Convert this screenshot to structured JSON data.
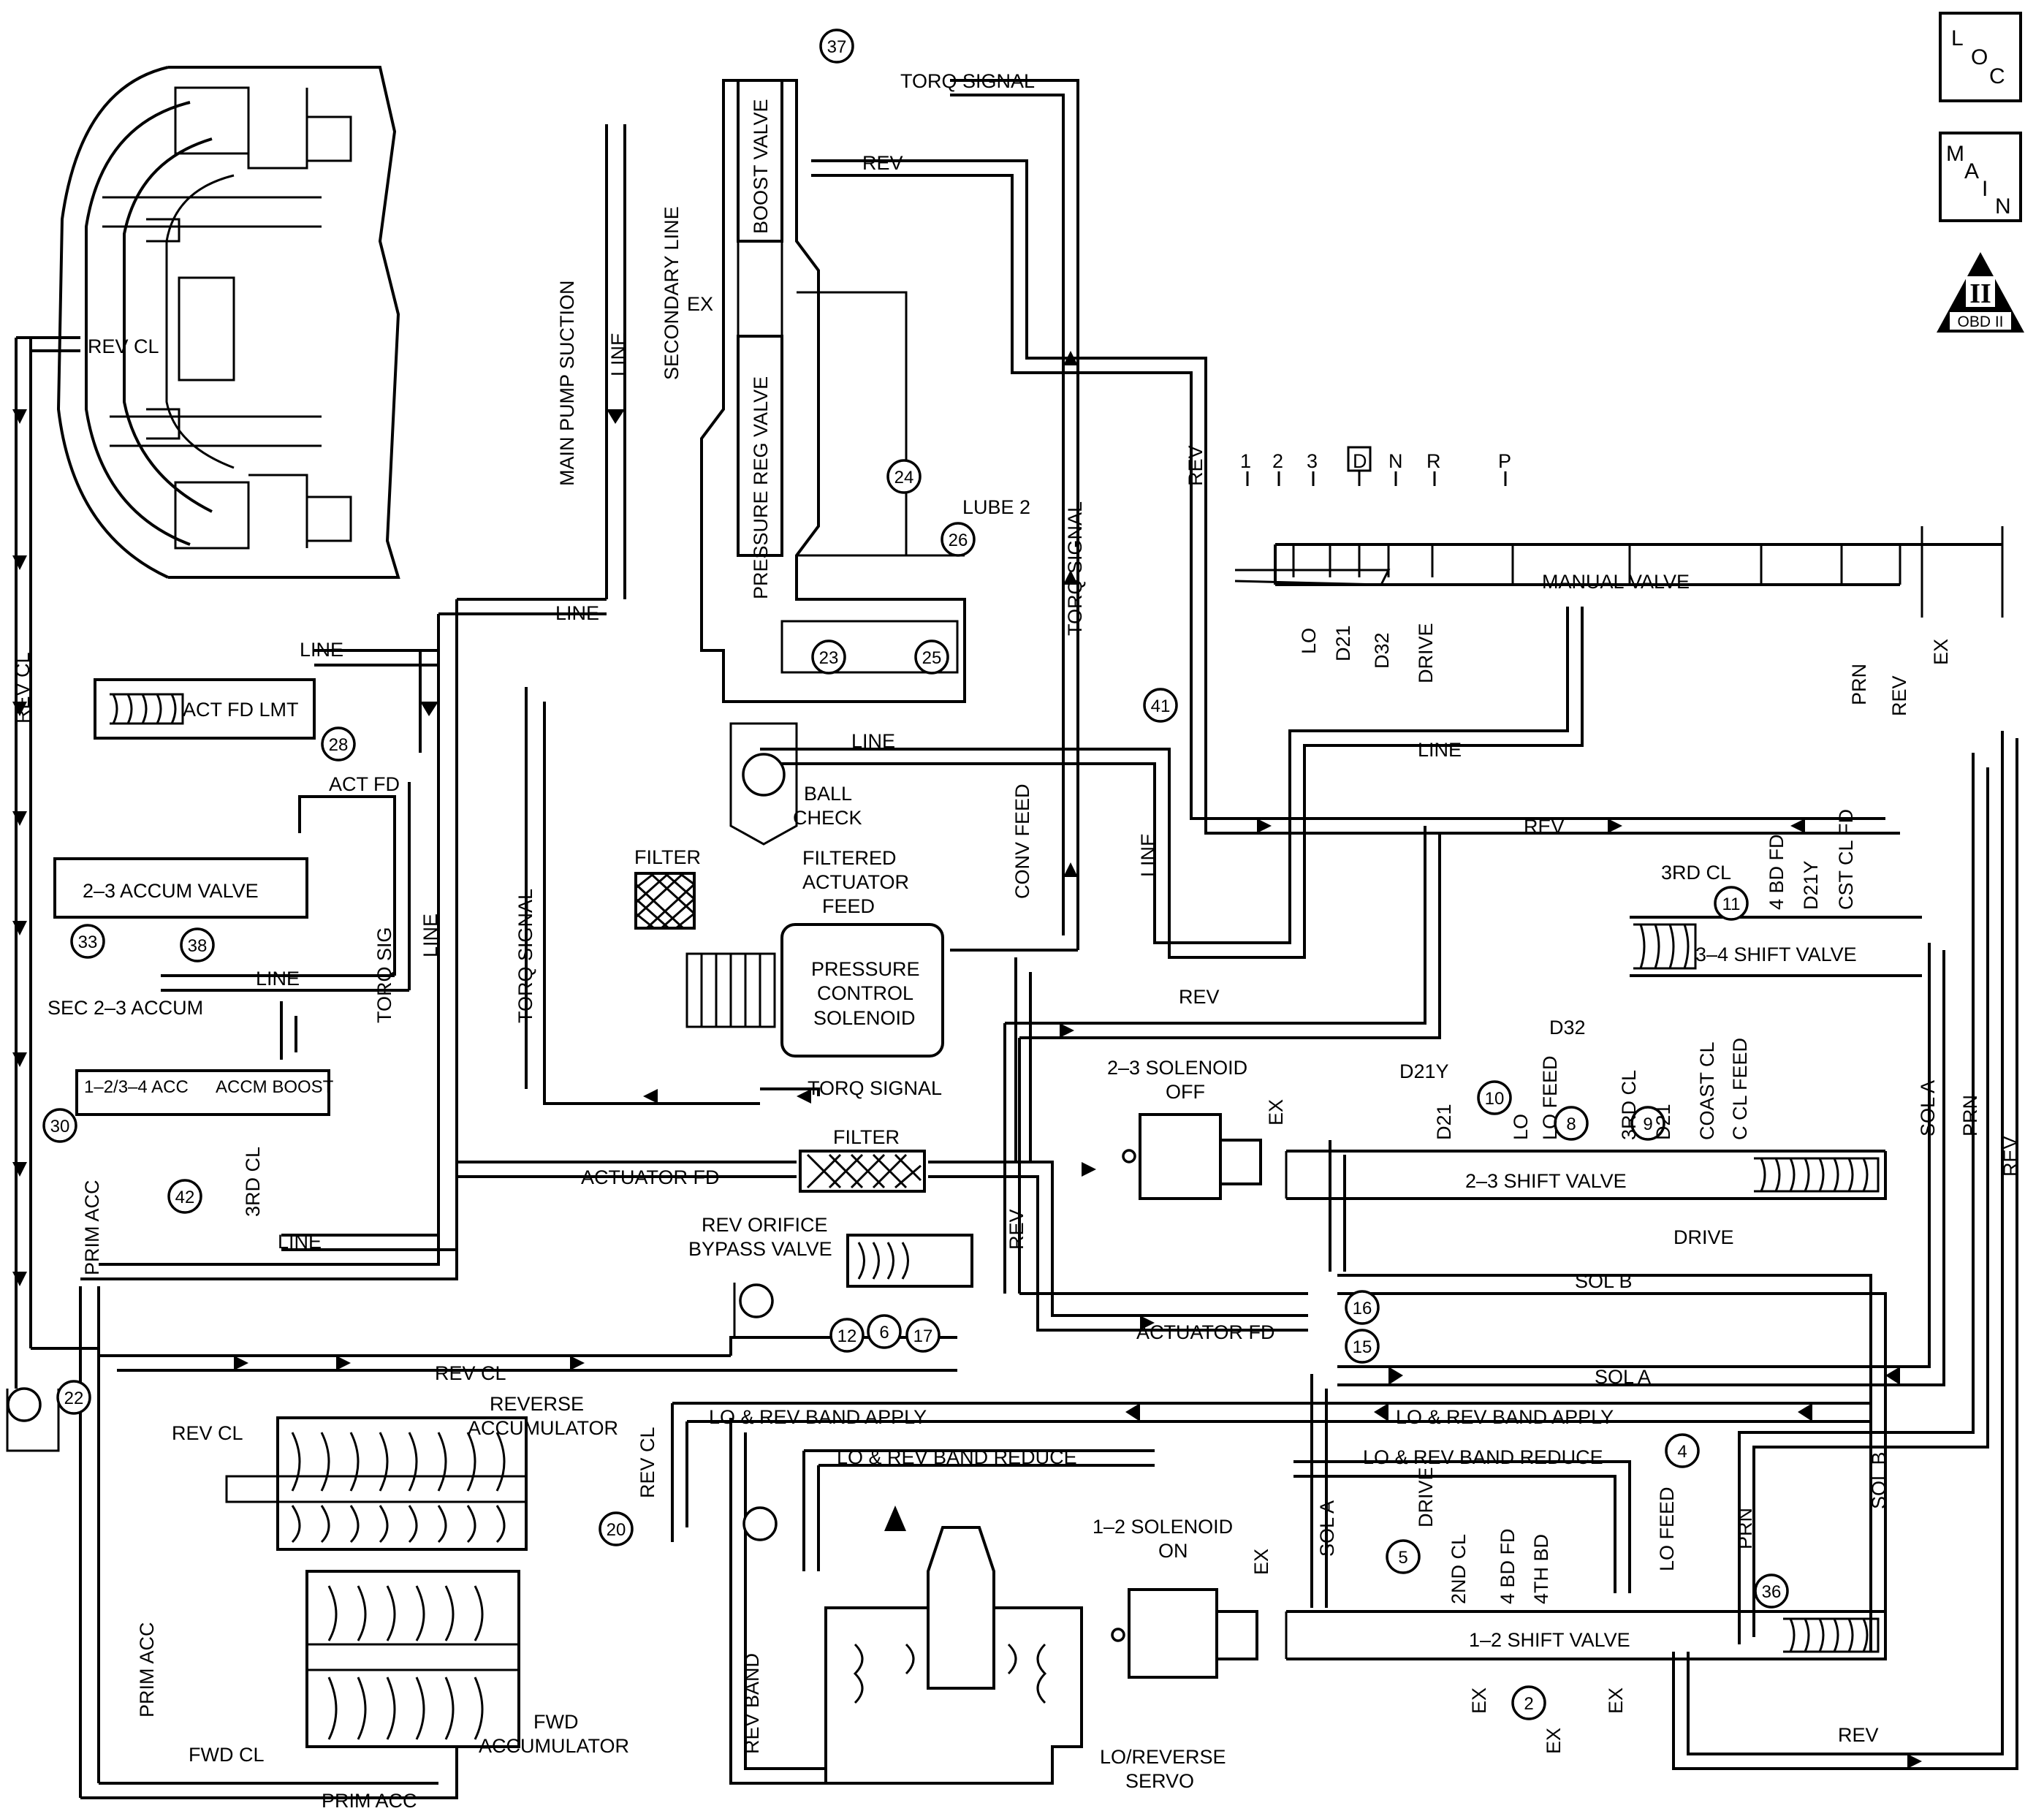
{
  "badges": {
    "loc": [
      "L",
      "O",
      "C"
    ],
    "main": [
      "M",
      "A",
      "I",
      "N"
    ],
    "obd_numeral": "II",
    "obd_text": "OBD II"
  },
  "selector": {
    "positions": [
      "1",
      "2",
      "3",
      "D",
      "N",
      "R",
      "P"
    ]
  },
  "manual_valve": {
    "label": "MANUAL VALVE",
    "ports": [
      "LO",
      "D21",
      "D32",
      "DRIVE"
    ]
  },
  "passages": {
    "rev_cl": "REV CL",
    "line": "LINE",
    "rev": "REV",
    "torq_signal": "TORQ SIGNAL",
    "torq_sig": "TORQ SIG",
    "secondary_line": "SECONDARY LINE",
    "main_pump_suction": "MAIN PUMP SUCTION",
    "lube_2": "LUBE 2",
    "conv_feed": "CONV FEED",
    "act_fd": "ACT FD",
    "actuator_fd": "ACTUATOR FD",
    "sec_2_3_accum": "SEC 2–3 ACCUM",
    "prim_acc": "PRIM ACC",
    "third_cl": "3RD CL",
    "sol_a": "SOL A",
    "sol_b": "SOL B",
    "prn": "PRN",
    "d32": "D32",
    "d21y": "D21Y",
    "d21": "D21",
    "lo": "LO",
    "lo_feed": "LO FEED",
    "coast_cl": "COAST CL",
    "c_cl_feed": "C CL FEED",
    "drive": "DRIVE",
    "four_bd_fd": "4 BD FD",
    "cst_cl_fd": "CST CL FD",
    "second_cl": "2ND CL",
    "fourth_bd": "4TH BD",
    "lo_rev_band_apply": "LO & REV BAND APPLY",
    "lo_rev_band_reduce": "LO & REV BAND REDUCE",
    "rev_band": "REV BAND",
    "fwd_cl": "FWD CL",
    "ex": "EX"
  },
  "components": {
    "boost_valve": "BOOST VALVE",
    "pressure_reg_valve": "PRESSURE REG VALVE",
    "ball_check": [
      "BALL",
      "CHECK"
    ],
    "filter": "FILTER",
    "filtered_actuator_feed": [
      "FILTERED",
      "ACTUATOR",
      "FEED"
    ],
    "pressure_control_solenoid": [
      "PRESSURE",
      "CONTROL",
      "SOLENOID"
    ],
    "act_fd_lmt": "ACT FD LMT",
    "accum_valve_2_3": "2–3 ACCUM VALVE",
    "acc_1_234": "1–2/3–4 ACC",
    "accm_boost": "ACCM BOOST",
    "rev_orifice_bypass_valve": [
      "REV ORIFICE",
      "BYPASS VALVE"
    ],
    "reverse_accumulator": [
      "REVERSE",
      "ACCUMULATOR"
    ],
    "fwd_accumulator": [
      "FWD",
      "ACCUMULATOR"
    ],
    "lo_reverse_servo": [
      "LO/REVERSE",
      "SERVO"
    ],
    "solenoid_23": [
      "2–3 SOLENOID",
      "OFF"
    ],
    "solenoid_12": [
      "1–2 SOLENOID",
      "ON"
    ],
    "shift_valve_23": "2–3 SHIFT VALVE",
    "shift_valve_12": "1–2 SHIFT VALVE",
    "shift_valve_34": "3–4 SHIFT VALVE"
  },
  "check_balls": [
    "37",
    "24",
    "26",
    "23",
    "25",
    "41",
    "28",
    "33",
    "38",
    "30",
    "42",
    "11",
    "10",
    "8",
    "9",
    "16",
    "15",
    "12",
    "6",
    "17",
    "22",
    "20",
    "4",
    "5",
    "2",
    "36"
  ]
}
